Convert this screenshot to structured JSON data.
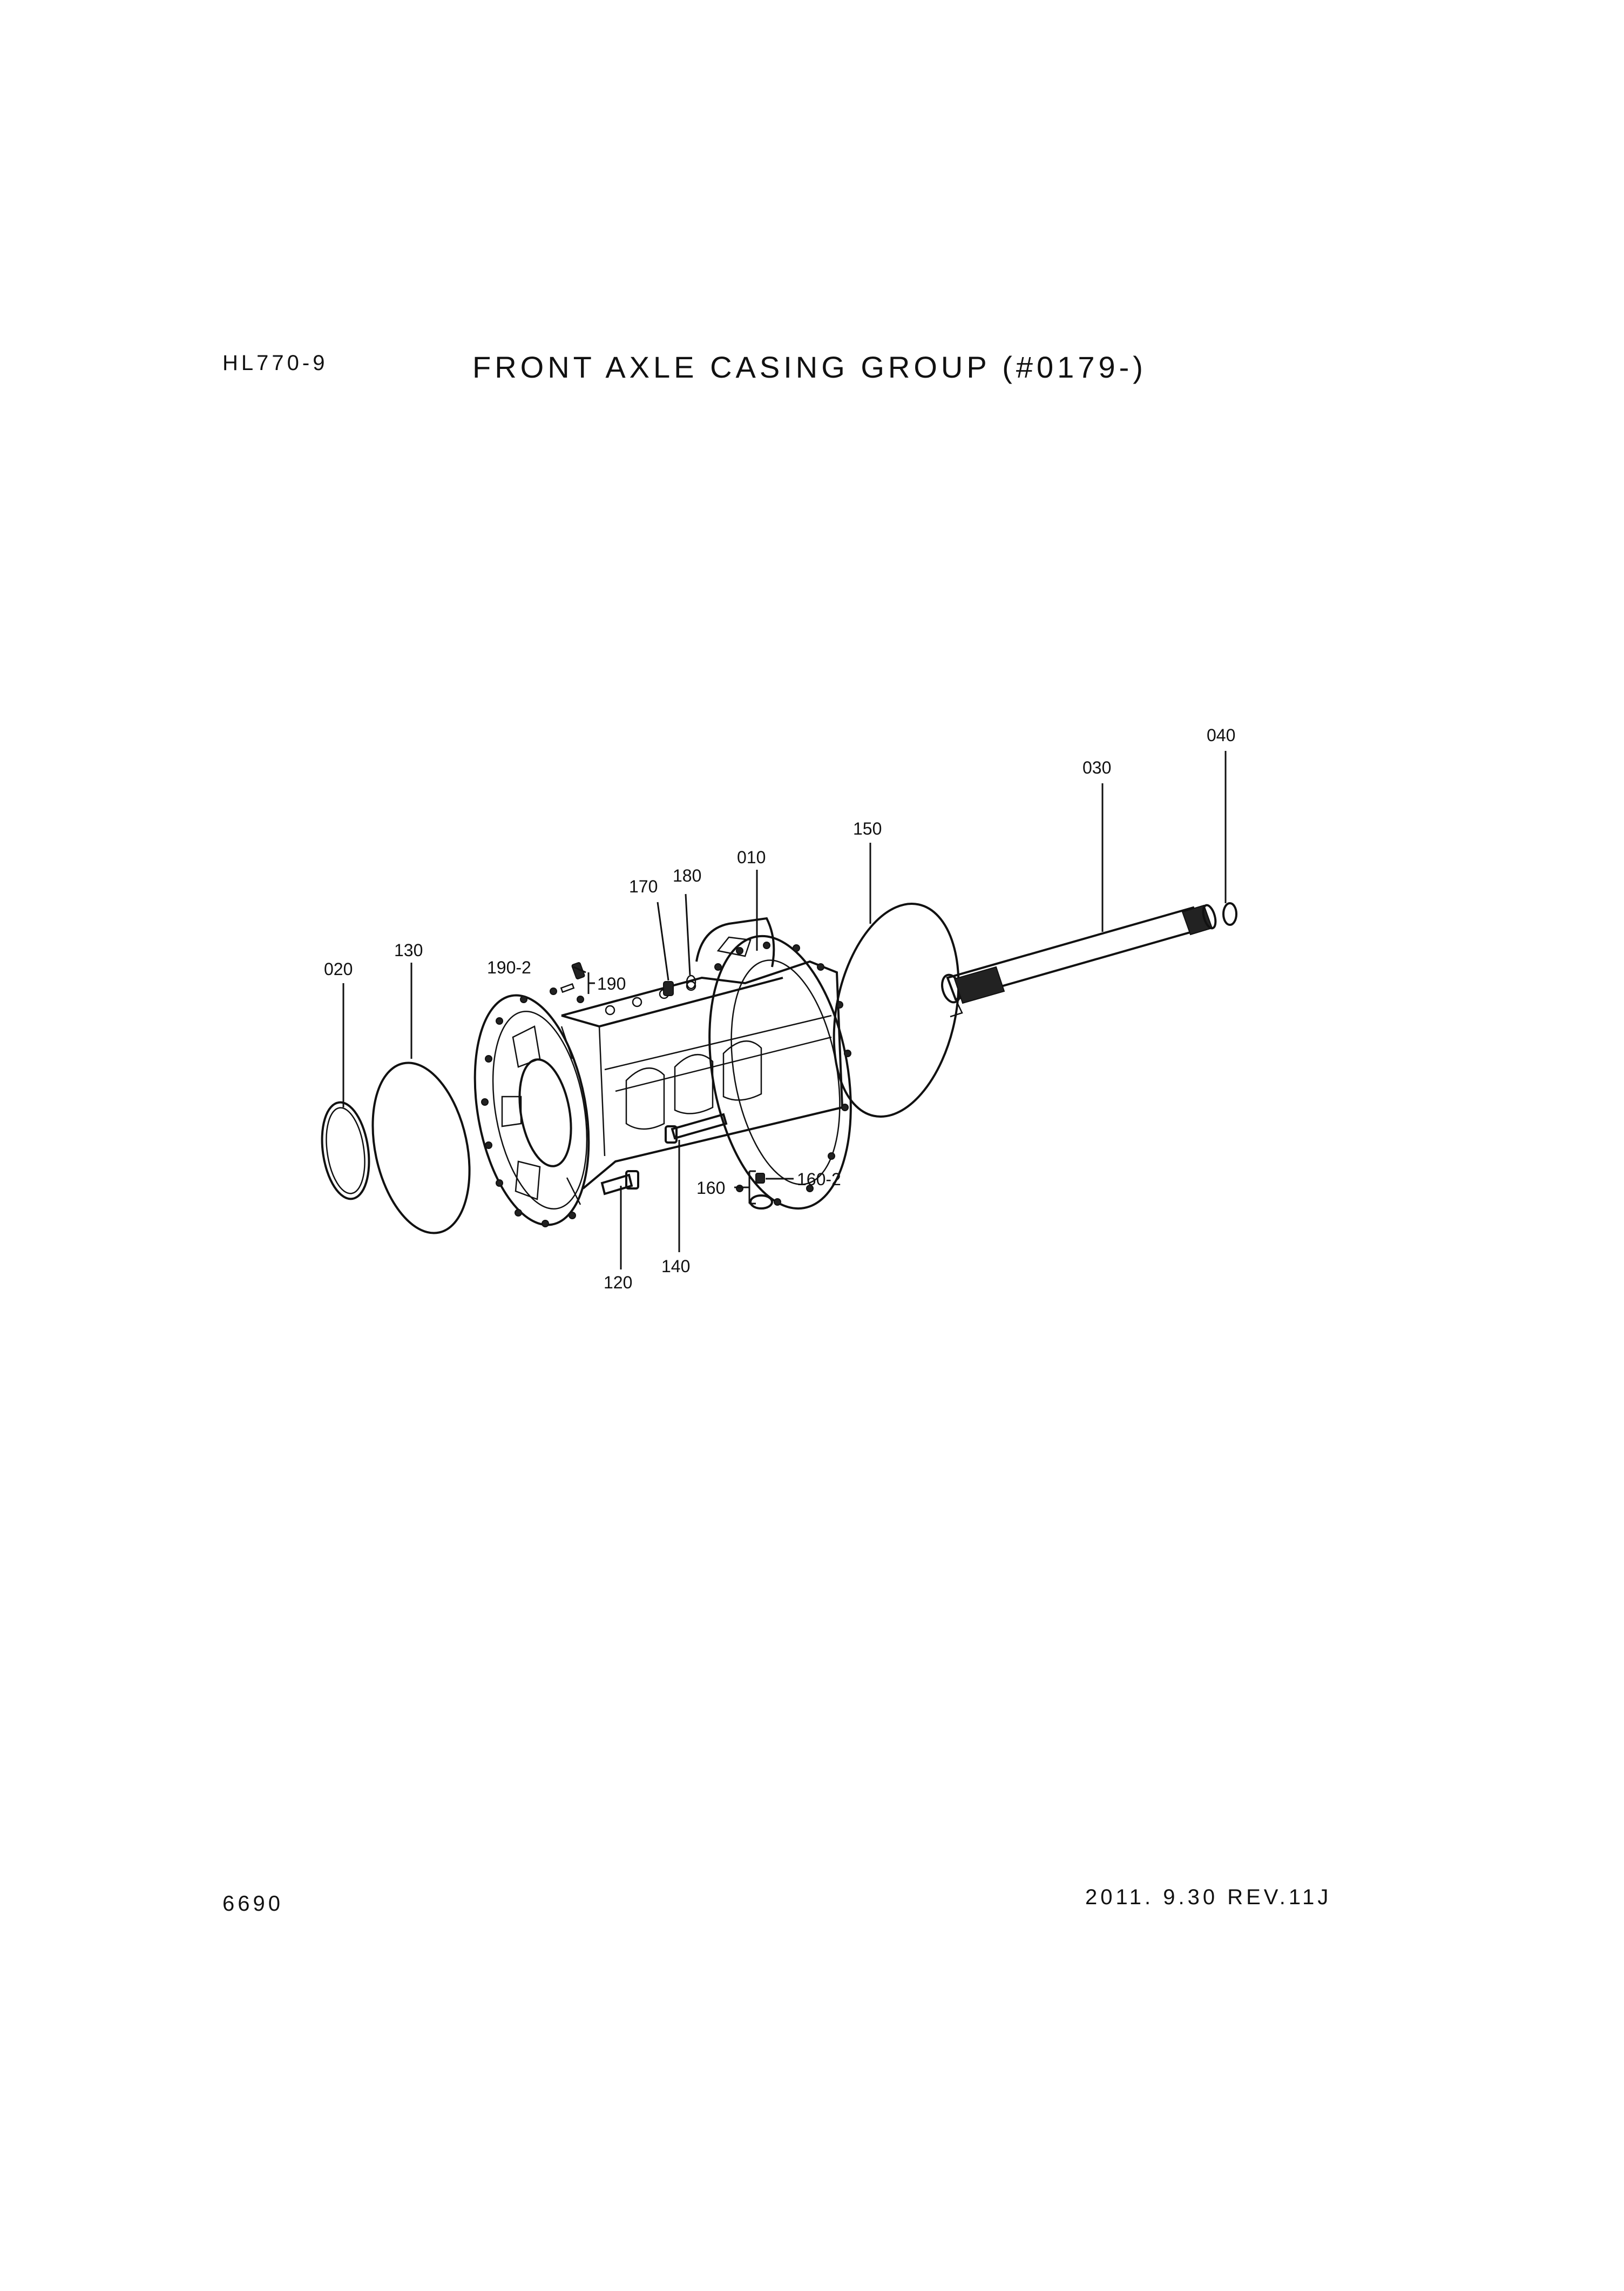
{
  "header": {
    "model": "HL770-9",
    "title": "FRONT AXLE CASING GROUP (#0179-)"
  },
  "callouts": {
    "c010": "010",
    "c020": "020",
    "c030": "030",
    "c040": "040",
    "c120": "120",
    "c130": "130",
    "c140": "140",
    "c150": "150",
    "c160": "160",
    "c160_2": "160-2",
    "c170": "170",
    "c180": "180",
    "c190": "190",
    "c190_2": "190-2"
  },
  "footer": {
    "page_number": "6690",
    "revision": "2011. 9.30  REV.11J"
  }
}
